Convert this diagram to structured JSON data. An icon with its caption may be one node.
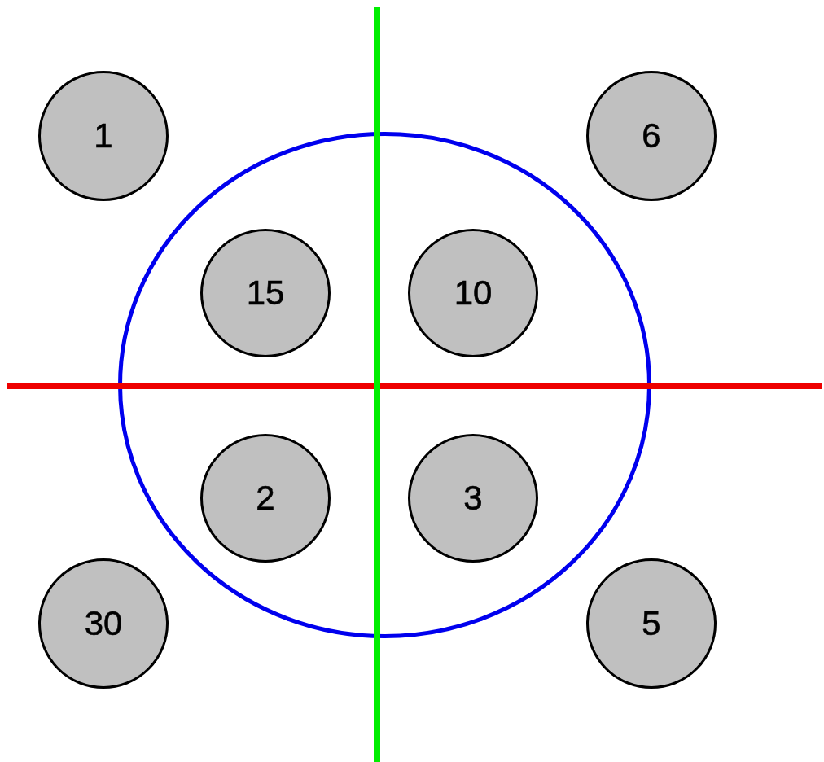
{
  "diagram": {
    "nodes": [
      {
        "text": [
          "1"
        ]
      },
      {
        "text": [
          "6"
        ]
      },
      {
        "text": [],
        "shape": "circle"
      },
      {
        "text": [
          "15"
        ],
        "in": 2
      },
      {
        "text": [
          "10"
        ],
        "in": 2
      },
      {
        "text": [
          "2"
        ],
        "in": 2
      },
      {
        "text": [
          "3"
        ],
        "in": 2
      },
      {
        "text": [
          "30"
        ]
      },
      {
        "text": [
          "5"
        ]
      }
    ],
    "edges": []
  }
}
